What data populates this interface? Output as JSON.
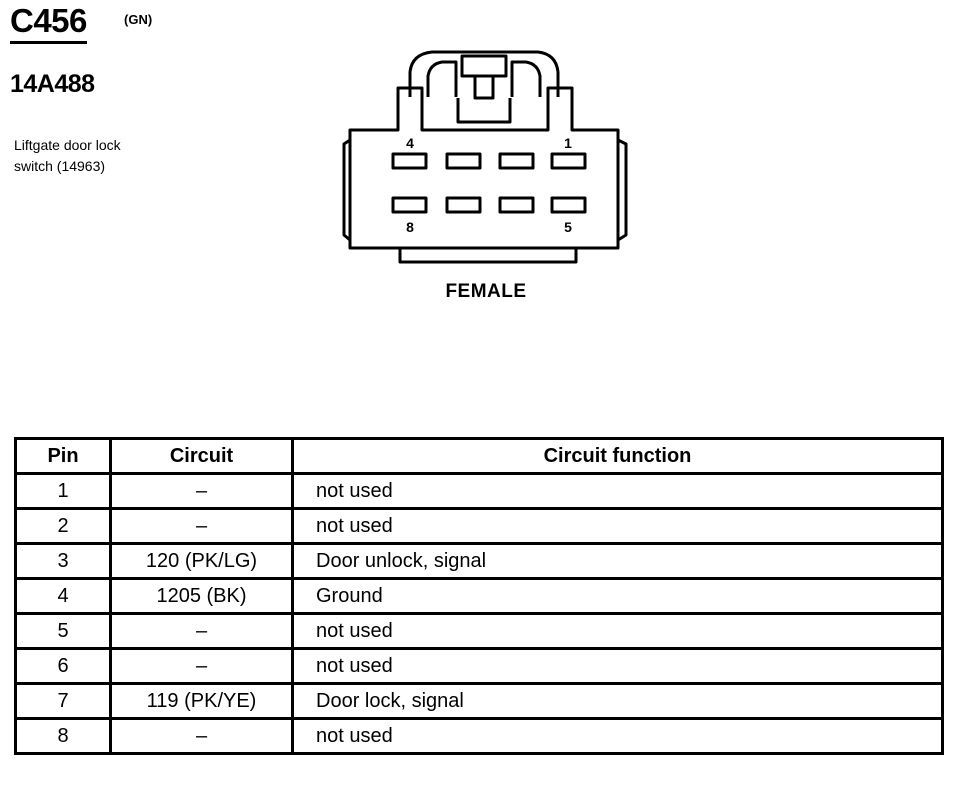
{
  "connector": {
    "id": "C456",
    "color": "(GN)",
    "part_number": "14A488",
    "description_lines": [
      "Liftgate door lock",
      "switch (14963)"
    ],
    "gender": "FEMALE",
    "cavity_labels": {
      "top_left": "4",
      "top_right": "1",
      "bottom_left": "8",
      "bottom_right": "5"
    }
  },
  "table": {
    "headers": {
      "pin": "Pin",
      "circuit": "Circuit",
      "function": "Circuit function"
    },
    "rows": [
      {
        "pin": "1",
        "circuit": "–",
        "function": "not used"
      },
      {
        "pin": "2",
        "circuit": "–",
        "function": "not used"
      },
      {
        "pin": "3",
        "circuit": "120 (PK/LG)",
        "function": "Door unlock, signal"
      },
      {
        "pin": "4",
        "circuit": "1205 (BK)",
        "function": "Ground"
      },
      {
        "pin": "5",
        "circuit": "–",
        "function": "not used"
      },
      {
        "pin": "6",
        "circuit": "–",
        "function": "not used"
      },
      {
        "pin": "7",
        "circuit": "119 (PK/YE)",
        "function": "Door lock, signal"
      },
      {
        "pin": "8",
        "circuit": "–",
        "function": "not used"
      }
    ]
  }
}
